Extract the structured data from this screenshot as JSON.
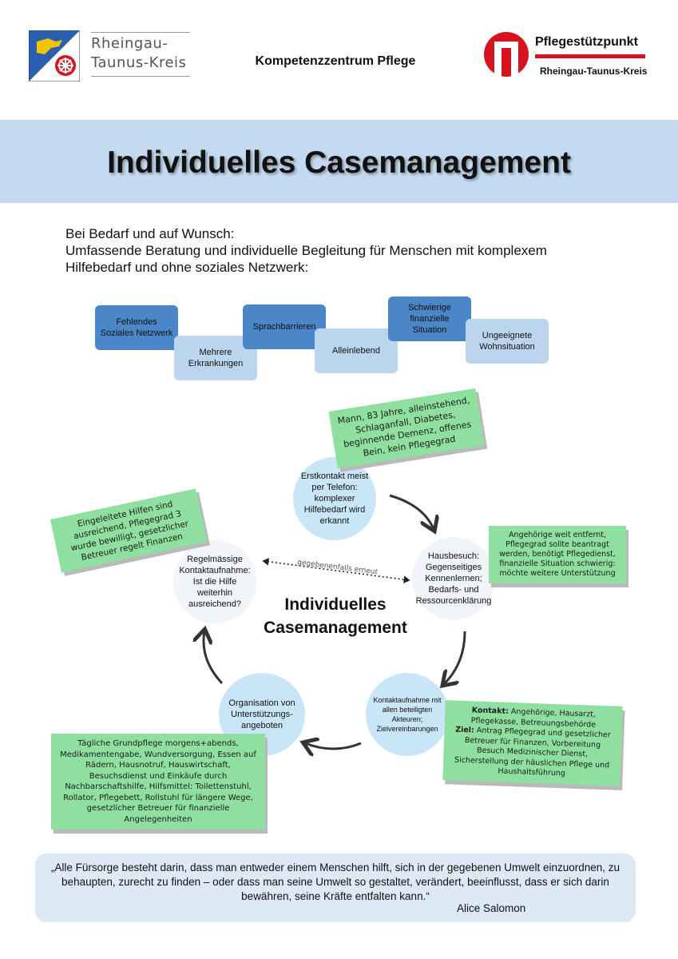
{
  "header": {
    "left_logo_line1": "Rheingau-",
    "left_logo_line2": "Taunus-Kreis",
    "center": "Kompetenzzentrum Pflege",
    "right_logo_name": "Pflegestützpunkt",
    "right_logo_sub": "Rheingau-Taunus-Kreis"
  },
  "title": "Individuelles Casemanagement",
  "intro": {
    "line1": "Bei Bedarf und auf Wunsch:",
    "line2": "Umfassende Beratung und individuelle Begleitung für Menschen mit komplexem",
    "line3": "Hilfebedarf und ohne soziales Netzwerk:"
  },
  "factors": [
    "Fehlendes Soziales Netzwerk",
    "Mehrere Erkrankungen",
    "Sprachbarrieren",
    "Alleinlebend",
    "Schwierige finanzielle Situation",
    "Ungeeignete Wohnsituation"
  ],
  "cycle": {
    "title_line1": "Individuelles",
    "title_line2": "Casemanagement",
    "steps": [
      "Erstkontakt meist per Telefon: komplexer Hilfebedarf wird erkannt",
      "Hausbesuch: Gegenseitiges Kennenlernen; Bedarfs- und Ressourcenklärung",
      "Kontaktaufnahme mit allen beteiligten Akteuren; Zielvereinbarungen",
      "Organisation von Unterstützungs-angeboten",
      "Regelmässige Kontaktaufnahme: Ist die Hilfe weiterhin ausreichend?"
    ],
    "dotted_label": "gegebenenfalls erneut"
  },
  "notes": {
    "case": "Mann, 83 Jahre, alleinstehend, Schlaganfall, Diabetes, beginnende Demenz, offenes Bein, kein Pflegegrad",
    "visit": "Angehörige weit entfernt, Pflegegrad sollte beantragt werden, benötigt Pflegedienst, finanzielle Situation schwierig: möchte weitere Unterstützung",
    "contact_label": "Kontakt:",
    "contact_text": "Angehörige, Hausarzt, Pflegekasse, Betreuungsbehörde",
    "goal_label": "Ziel:",
    "goal_text": "Antrag Pflegegrad und gesetzlicher Betreuer für Finanzen, Vorbereitung Besuch Medizinischer Dienst, Sicherstellung der häuslichen Pflege und Haushaltsführung",
    "organisation": "Tägliche Grundpflege morgens+abends, Medikamentengabe, Wundversorgung, Essen auf Rädern, Hausnotruf, Hauswirtschaft, Besuchsdienst und Einkäufe durch Nachbarschaftshilfe, Hilfsmittel: Toilettenstuhl, Rollator, Pflegebett, Rollstuhl für längere Wege, gesetzlicher Betreuer für finanzielle Angelegenheiten",
    "followup": "Eingeleitete Hilfen sind ausreichend, Pflegegrad 3 wurde bewilligt, gesetzlicher Betreuer regelt Finanzen"
  },
  "quote": {
    "text": "„Alle Fürsorge besteht darin, dass man entweder einem Menschen hilft, sich in der gegebenen Umwelt einzuordnen, zu behaupten, zurecht zu finden – oder dass man seine Umwelt so gestaltet, verändert, beeinflusst, dass er sich darin bewähren, seine Kräfte entfalten kann.“",
    "author": "Alice Salomon"
  },
  "colors": {
    "band": "#c4daf0",
    "factor_dark": "#4a86c8",
    "factor_light": "#bcd5ee",
    "note_green": "#8fe0a0",
    "circle_blue": "#c9e6f8",
    "brand_red": "#d7131f"
  }
}
